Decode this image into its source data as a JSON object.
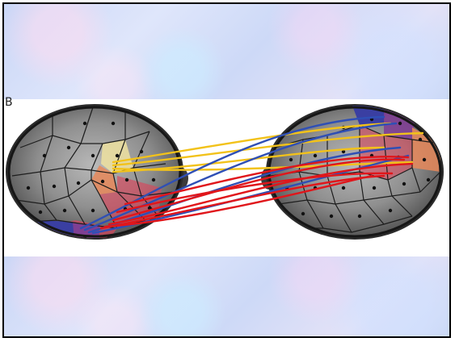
{
  "slide": {
    "panel_label": "B"
  },
  "figure": {
    "left_head": "top-view-scalp",
    "right_head": "top-view-scalp",
    "connection_colors": {
      "yellow": "#f2c21a",
      "blue": "#2f4fb5",
      "red": "#e0161b"
    },
    "region_colors": {
      "yellow": "#efe2a0",
      "orange": "#e8885a",
      "red": "#d9475c",
      "blue": "#3a3fa2",
      "purple": "#7f3f93"
    },
    "background_texture": "pastel-blue-speckle"
  }
}
